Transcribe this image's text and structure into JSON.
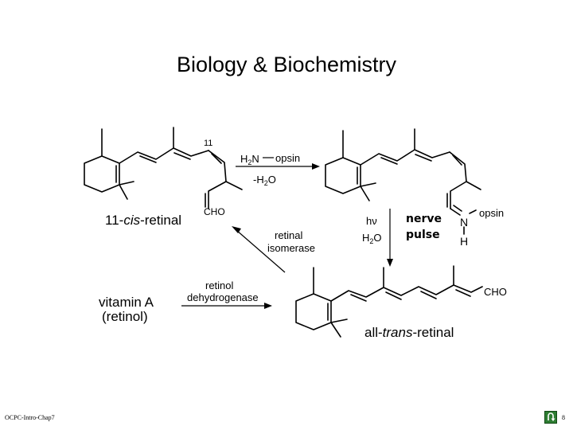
{
  "slide": {
    "title": "Biology & Biochemistry",
    "footer_left": "OCPC-Intro-Chap7",
    "page_number": "8"
  },
  "diagram": {
    "label_11cis_retinal": [
      "11-",
      "cis",
      "-retinal"
    ],
    "cho_top": "CHO",
    "cho_bottom": "CHO",
    "position_marker": "11",
    "reagent_amine": [
      "H",
      "2",
      "N"
    ],
    "reagent_opsin": "opsin",
    "minus_water": [
      "-H",
      "2",
      "O"
    ],
    "retinal_isomerase": [
      "retinal",
      "isomerase"
    ],
    "hv": "hν",
    "water": [
      "H",
      "2",
      "O"
    ],
    "nerve_pulse": [
      "nerve",
      "pulse"
    ],
    "schiff_n": "N",
    "schiff_h": "H",
    "schiff_opsin": "opsin",
    "retinol_dehydrogenase": [
      "retinol",
      "dehydrogenase"
    ],
    "vitamin_a": [
      "vitamin A",
      "(retinol)"
    ],
    "label_alltrans_retinal": [
      "all-",
      "trans",
      "-retinal"
    ]
  },
  "icons": {
    "nav_icon": "u-turn-return-icon"
  }
}
